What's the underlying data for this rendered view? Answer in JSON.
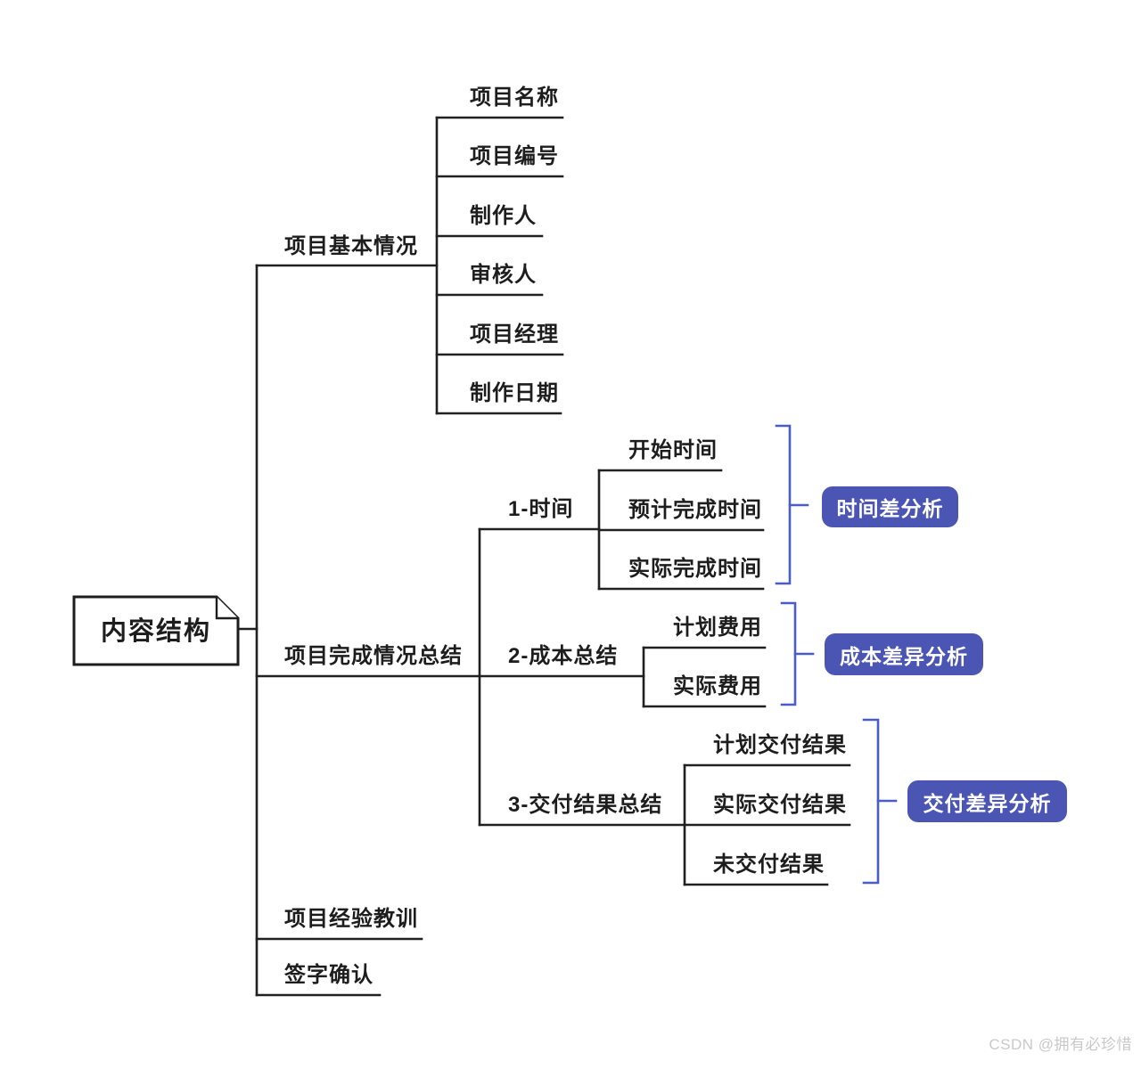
{
  "colors": {
    "background": "#ffffff",
    "line_black": "#212121",
    "text_black": "#1d1d1d",
    "bracket_blue": "#4a5cc8",
    "badge_blue": "#4a55b4",
    "badge_text": "#ffffff",
    "watermark_gray": "#c9c9c9"
  },
  "mindmap": {
    "root": {
      "label": "内容结构"
    },
    "branches": [
      {
        "label": "项目基本情况",
        "children": [
          {
            "label": "项目名称"
          },
          {
            "label": "项目编号"
          },
          {
            "label": "制作人"
          },
          {
            "label": "审核人"
          },
          {
            "label": "项目经理"
          },
          {
            "label": "制作日期"
          }
        ]
      },
      {
        "label": "项目完成情况总结",
        "children": [
          {
            "label": "1-时间",
            "children": [
              {
                "label": "开始时间"
              },
              {
                "label": "预计完成时间"
              },
              {
                "label": "实际完成时间"
              }
            ],
            "analysis": "时间差分析"
          },
          {
            "label": "2-成本总结",
            "children": [
              {
                "label": "计划费用"
              },
              {
                "label": "实际费用"
              }
            ],
            "analysis": "成本差异分析"
          },
          {
            "label": "3-交付结果总结",
            "children": [
              {
                "label": "计划交付结果"
              },
              {
                "label": "实际交付结果"
              },
              {
                "label": "未交付结果"
              }
            ],
            "analysis": "交付差异分析"
          }
        ]
      },
      {
        "label": "项目经验教训"
      },
      {
        "label": "签字确认"
      }
    ]
  },
  "watermark": {
    "text": "CSDN @拥有必珍惜"
  }
}
